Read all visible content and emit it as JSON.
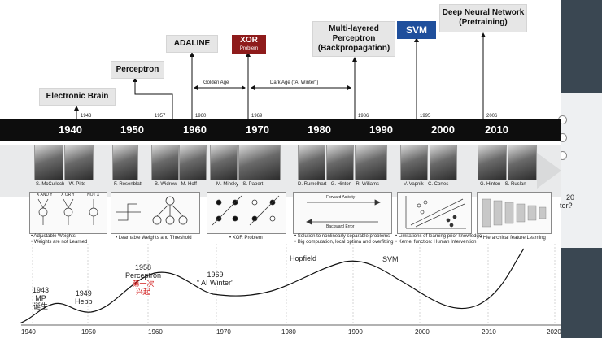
{
  "side": {
    "text_a": "20",
    "text_b": "ter?"
  },
  "milestones": {
    "electronic_brain": "Electronic Brain",
    "perceptron": "Perceptron",
    "adaline": "ADALINE",
    "xor": "XOR",
    "xor_sub": "Problem",
    "multilayer_1": "Multi-layered",
    "multilayer_2": "Perceptron",
    "multilayer_3": "(Backpropagation)",
    "svm": "SVM",
    "dnn_1": "Deep Neural Network",
    "dnn_2": "(Pretraining)"
  },
  "milestone_years": {
    "y1943": "1943",
    "y1957": "1957",
    "y1960": "1960",
    "y1969": "1969",
    "y1986": "1986",
    "y1995": "1995",
    "y2006": "2006"
  },
  "periods": {
    "golden_age": "Golden Age",
    "dark_age": "Dark Age (\"AI Winter\")"
  },
  "decades": [
    "1940",
    "1950",
    "1960",
    "1970",
    "1980",
    "1990",
    "2000",
    "2010"
  ],
  "people": {
    "p1": "S. McCulloch - W. Pitts",
    "p2": "F. Rosenblatt",
    "p3": "B. Widrow - M. Hoff",
    "p4": "M. Minsky - S. Papert",
    "p5": "D. Rumelhart - G. Hinton - R. Wiliams",
    "p6": "V. Vapnik - C. Cortes",
    "p7": "G. Hinton - S. Ruslan"
  },
  "diagram_labels": {
    "xandy": "X AND Y",
    "xory": "X OR Y",
    "notx": "NOT X",
    "forward": "Forward Activity",
    "backward": "Backward Error"
  },
  "bullets": {
    "b1a": "• Adjustable Weights",
    "b1b": "• Weights are not Learned",
    "b2": "• Learnable Weights  and Threshold",
    "b3": "• XOR Problem",
    "b4a": "• Solution to nonlinearly separable problems",
    "b4b": "• Big computation, local optima and overfitting",
    "b5a": "• Limitations of learning prior knowledge",
    "b5b": "• Kernel function: Human Intervention",
    "b6": "• Hierarchical feature Learning"
  },
  "curve_labels": {
    "y1943": "1943",
    "mp": "MP",
    "birth": "诞生",
    "y1949": "1949",
    "hebb": "Hebb",
    "y1958": "1958",
    "perceptron": "Perceptron",
    "first": "第一次",
    "rise": "兴起",
    "y1969": "1969",
    "ai_winter": "“ AI Winter”",
    "hopfield": "Hopfield",
    "svm": "SVM"
  },
  "curve_axis": [
    "1940",
    "1950",
    "1960",
    "1970",
    "1980",
    "1990",
    "2000",
    "2010",
    "2020"
  ],
  "colors": {
    "accent_red": "#8e1b1b",
    "accent_blue": "#1f4f9c",
    "timeline": "#0d0d0d",
    "chinese_red": "#d11a1a"
  }
}
